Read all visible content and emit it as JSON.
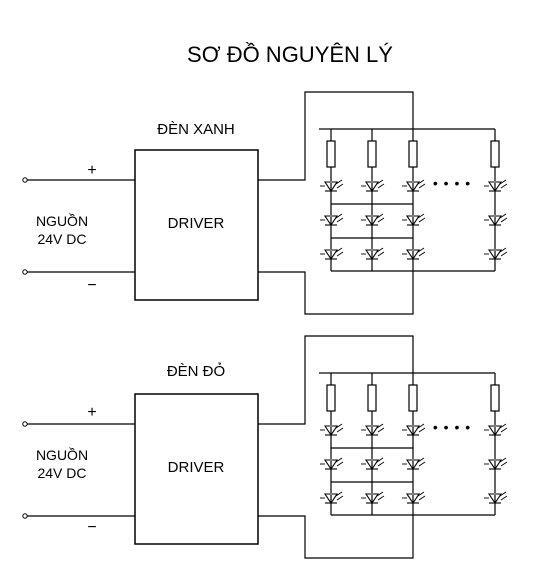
{
  "title": "SƠ ĐỒ NGUYÊN LÝ",
  "blocks": [
    {
      "name": "ĐÈN XANH",
      "source_label_line1": "NGUỒN",
      "source_label_line2": "24V DC",
      "driver_label": "DRIVER",
      "plus_sign": "+",
      "minus_sign": "−",
      "ellipsis": "• • • •"
    },
    {
      "name": "ĐÈN ĐỎ",
      "source_label_line1": "NGUỒN",
      "source_label_line2": "24V DC",
      "driver_label": "DRIVER",
      "plus_sign": "+",
      "minus_sign": "−",
      "ellipsis": "• • • •"
    }
  ],
  "led_array": {
    "visible_columns": 4,
    "leds_per_column": 3
  }
}
